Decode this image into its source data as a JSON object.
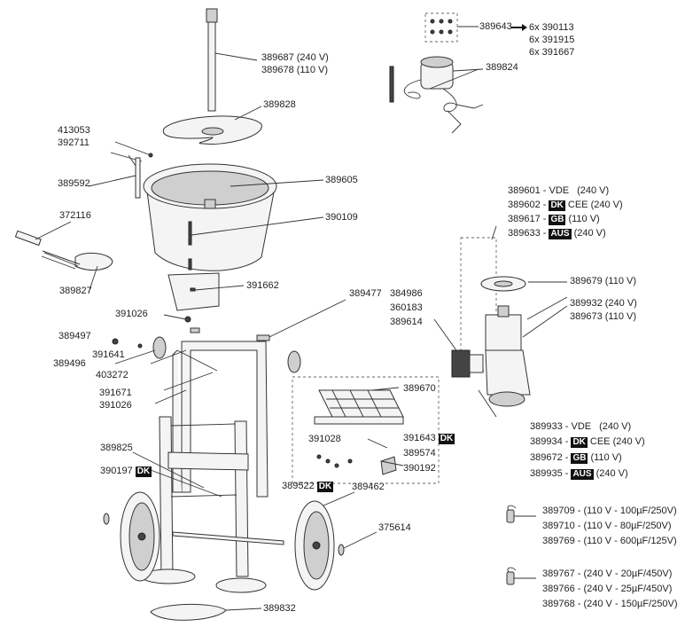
{
  "labels": {
    "p389643": "389643",
    "p6x390113": "6x 390113",
    "p6x391915": "6x 391915",
    "p6x391667": "6x 391667",
    "p389824": "389824",
    "p389687": "389687 (240 V)",
    "p389678": "389678 (110 V)",
    "p389828": "389828",
    "p413053": "413053",
    "p392711": "392711",
    "p389592": "389592",
    "p389605": "389605",
    "p390109": "390109",
    "p372116": "372116",
    "p389827": "389827",
    "p391662": "391662",
    "p391026a": "391026",
    "p389477": "389477",
    "p389497": "389497",
    "p391641": "391641",
    "p389496": "389496",
    "p403272": "403272",
    "p391671": "391671",
    "p391026b": "391026",
    "p389670": "389670",
    "p391028": "391028",
    "p391643": "391643",
    "p389574": "389574",
    "p390192": "390192",
    "p389825": "389825",
    "p390197": "390197",
    "p389522": "389522",
    "p389462": "389462",
    "p375614": "375614",
    "p389832": "389832",
    "p384986": "384986",
    "p360183": "360183",
    "p389614": "389614",
    "p389679": "389679 (110 V)",
    "p389932": "389932 (240 V)",
    "p389673": "389673 (110 V)",
    "motorTop": [
      {
        "code": "389601 - VDE",
        "badge": "",
        "tail": "(240 V)"
      },
      {
        "code": "389602 -",
        "badge": "DK",
        "tail": "CEE  (240 V)"
      },
      {
        "code": "389617 -",
        "badge": "GB",
        "tail": "(110 V)"
      },
      {
        "code": "389633 -",
        "badge": "AUS",
        "tail": "(240 V)"
      }
    ],
    "motorBottom": [
      {
        "code": "389933 - VDE",
        "badge": "",
        "tail": "(240 V)"
      },
      {
        "code": "389934 -",
        "badge": "DK",
        "tail": "CEE  (240 V)"
      },
      {
        "code": "389672 -",
        "badge": "GB",
        "tail": "(110 V)"
      },
      {
        "code": "389935 -",
        "badge": "AUS",
        "tail": "(240 V)"
      }
    ],
    "cap1": [
      "389709 - (110 V - 100µF/250V)",
      "389710 - (110 V - 80µF/250V)",
      "389769 - (110 V - 600µF/125V)"
    ],
    "cap2": [
      "389767 - (240 V - 20µF/450V)",
      "389766 - (240 V - 25µF/450V)",
      "389768 - (240 V - 150µF/250V)"
    ],
    "badgeDK": "DK"
  }
}
